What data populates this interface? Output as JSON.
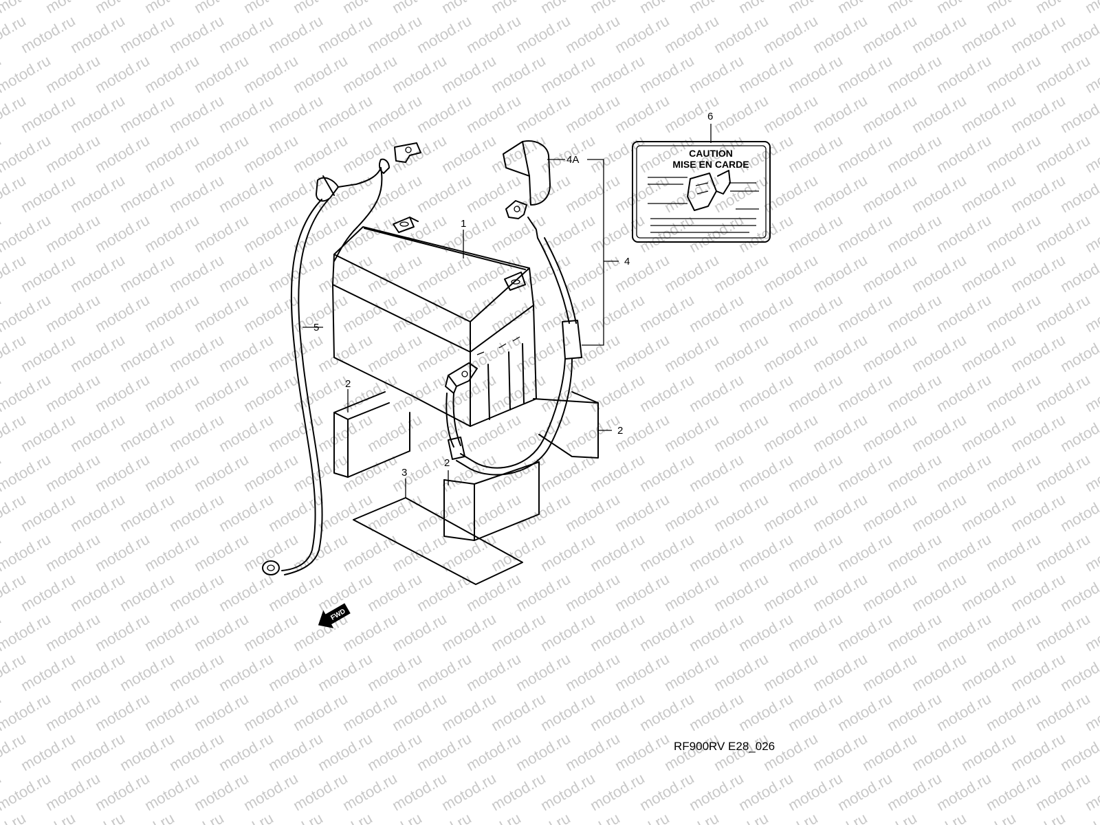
{
  "watermark": "motod.ru",
  "figure_code": "RF900RV E28_026",
  "callouts": {
    "battery": "1",
    "spacer_left": "2",
    "spacer_right": "2",
    "spacer_bottom": "2",
    "tray": "3",
    "positive_lead": "4",
    "terminal_cover": "4A",
    "breather_hose": "5",
    "caution_label": "6"
  },
  "caution_label": {
    "line1": "CAUTION",
    "line2": "MISE EN CARDE"
  },
  "fwd_marker": "FWD"
}
